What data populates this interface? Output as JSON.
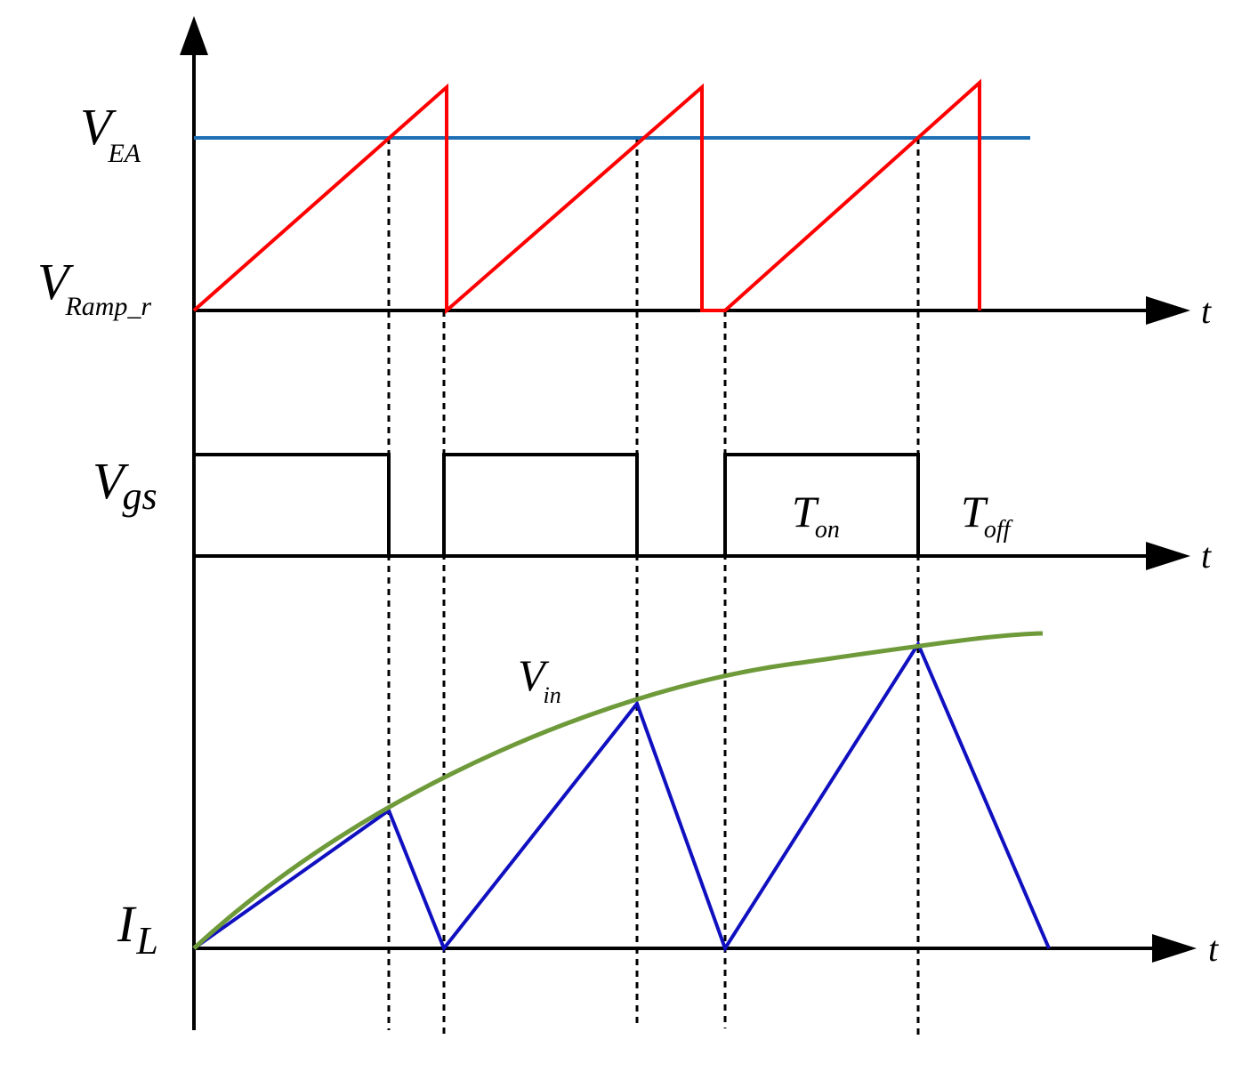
{
  "labels": {
    "vea_main": "V",
    "vea_sub": "EA",
    "vramp_main": "V",
    "vramp_sub": "Ramp_r",
    "vgs_main": "V",
    "vgs_sub": "gs",
    "il_main": "I",
    "il_sub": "L",
    "vin_main": "V",
    "vin_sub": "in",
    "ton_main": "T",
    "ton_sub": "on",
    "toff_main": "T",
    "toff_sub": "off",
    "t_axis_1": "t",
    "t_axis_2": "t",
    "t_axis_3": "t"
  },
  "colors": {
    "axis": "#000000",
    "vea_level": "#1f6fb4",
    "ramp": "#ff0000",
    "gate": "#000000",
    "current": "#1010c0",
    "envelope": "#6e9a3a"
  }
}
